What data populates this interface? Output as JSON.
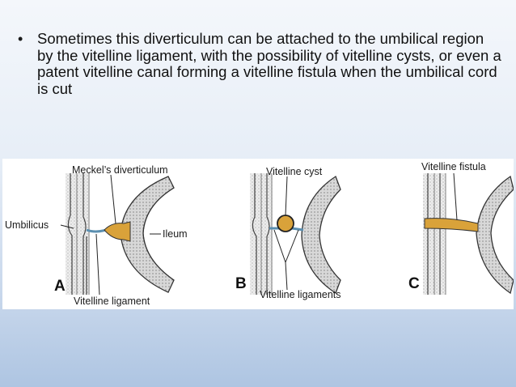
{
  "slide": {
    "bullet_text": "Sometimes  this diverticulum can be attached to the umbilical region by the vitelline ligament, with the possibility of vitelline cysts, or even a patent vitelline canal forming a vitelline fistula when the umbilical cord is cut"
  },
  "figure": {
    "panel_a": {
      "letter": "A",
      "label_meckels": "Meckel’s diverticulum",
      "label_umbilicus": "Umbilicus",
      "label_ileum": "Ileum",
      "label_ligament": "Vitelline ligament"
    },
    "panel_b": {
      "letter": "B",
      "label_cyst": "Vitelline cyst",
      "label_ligaments": "Vitelline ligaments"
    },
    "panel_c": {
      "letter": "C",
      "label_fistula": "Vitelline fistula"
    }
  },
  "colors": {
    "diverticulum_fill": "#d9a23a",
    "ligament_blue": "#5b8fb0",
    "gut_wall": "#e6e6e6"
  }
}
